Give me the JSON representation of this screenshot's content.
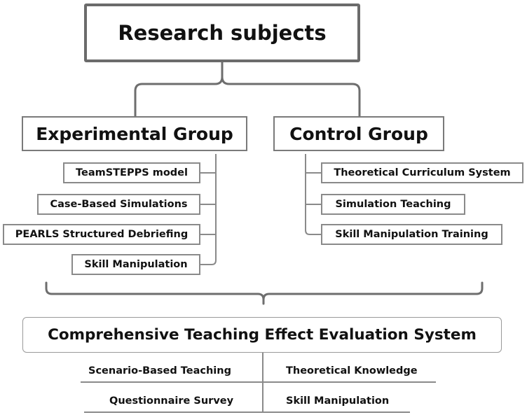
{
  "root": {
    "label": "Research subjects"
  },
  "experimental": {
    "label": "Experimental Group",
    "items": [
      "TeamSTEPPS model",
      "Case-Based Simulations",
      "PEARLS Structured Debriefing",
      "Skill Manipulation"
    ]
  },
  "control": {
    "label": "Control Group",
    "items": [
      "Theoretical Curriculum System",
      "Simulation Teaching",
      "Skill Manipulation Training"
    ]
  },
  "evaluation": {
    "label": "Comprehensive Teaching Effect Evaluation System",
    "left": [
      "Scenario-Based Teaching",
      "Questionnaire Survey"
    ],
    "right": [
      "Theoretical Knowledge",
      "Skill Manipulation"
    ]
  }
}
